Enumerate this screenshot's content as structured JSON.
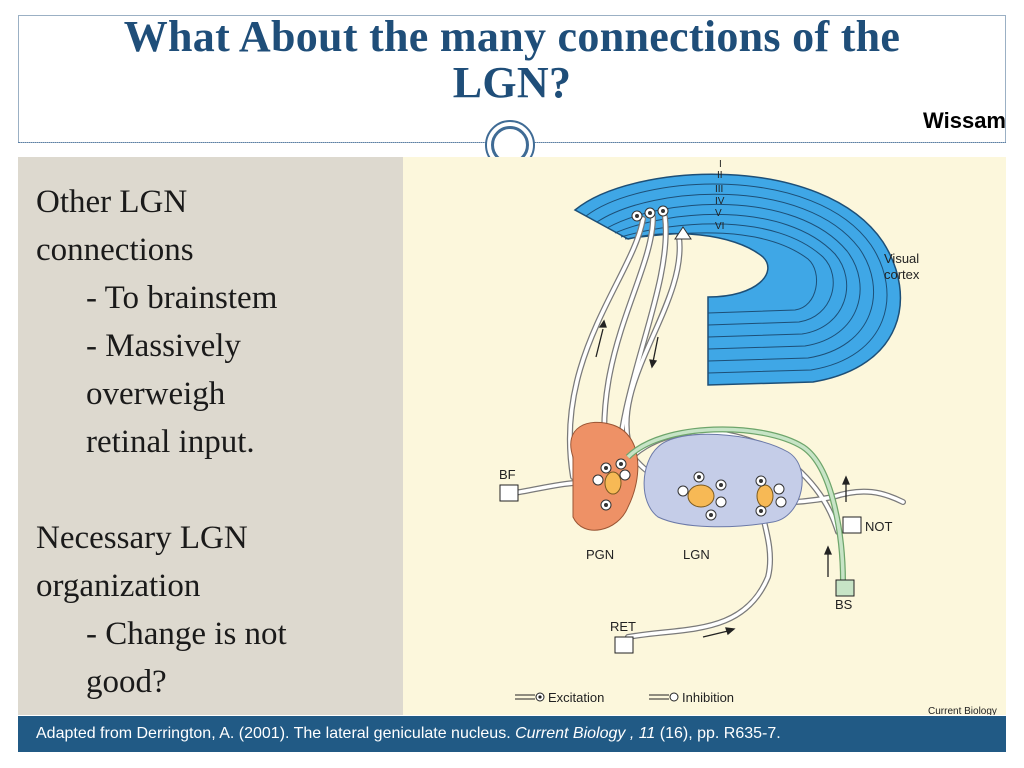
{
  "slide": {
    "title": "What About the many connections of the LGN?",
    "author": "Wissam"
  },
  "body": {
    "heading1_line1": "Other LGN",
    "heading1_line2": "connections",
    "bullet1": "- To brainstem",
    "bullet2_line1": "- Massively",
    "bullet2_line2": "overweigh",
    "bullet2_line3": "retinal input.",
    "heading2_line1": "Necessary LGN",
    "heading2_line2": "organization",
    "bullet3_line1": "- Change is not",
    "bullet3_line2": "good?"
  },
  "figure": {
    "layers": [
      "I",
      "II",
      "III",
      "IV",
      "V",
      "VI"
    ],
    "visual_cortex_line1": "Visual",
    "visual_cortex_line2": "cortex",
    "bf": "BF",
    "pgn": "PGN",
    "lgn": "LGN",
    "not": "NOT",
    "bs": "BS",
    "ret": "RET",
    "excitation": "Excitation",
    "inhibition": "Inhibition",
    "credit": "Current Biology",
    "colors": {
      "cortex": "#3fa7e6",
      "pgn": "#ee9166",
      "lgn": "#c5cde8",
      "bs": "#c7e4c6",
      "background": "#fcf7dc"
    }
  },
  "footer": {
    "prefix": "Adapted from Derrington, A. (2001). The lateral geniculate nucleus. ",
    "journal": "Current Biology , 11",
    "suffix": " (16), pp. R635-7."
  }
}
